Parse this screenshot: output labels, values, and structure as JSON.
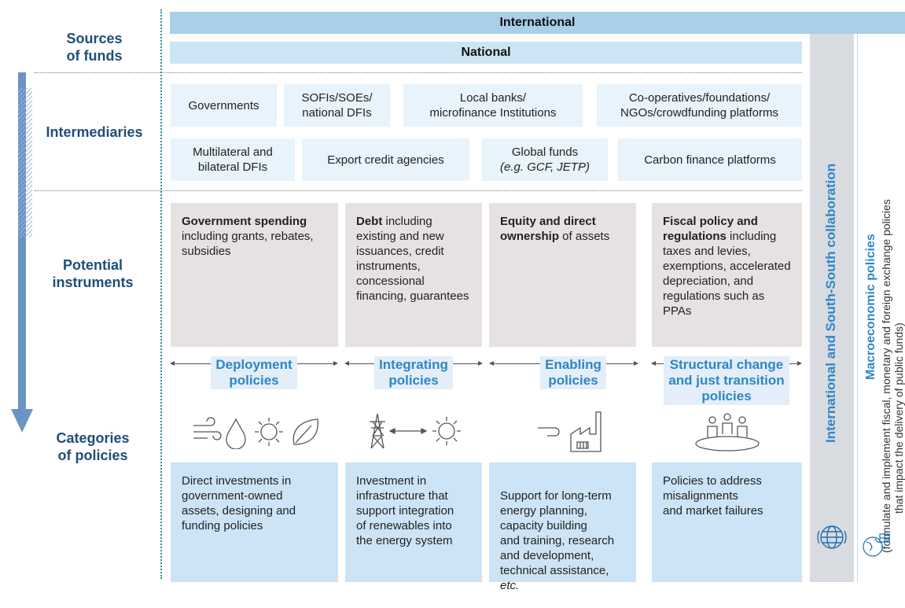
{
  "sections": {
    "sources": "Sources\nof funds",
    "intermediaries": "Intermediaries",
    "instruments": "Potential\ninstruments",
    "categories": "Categories\nof policies"
  },
  "bands": {
    "international": "International",
    "national": "National"
  },
  "intermediaries": {
    "row1": [
      "Governments",
      "SOFIs/SOEs/\nnational DFIs",
      "Local banks/\nmicrofinance Institutions",
      "Co-operatives/foundations/\nNGOs/crowdfunding platforms"
    ],
    "row2": [
      "Multilateral and\nbilateral DFIs",
      "Export credit agencies",
      "Global funds",
      "Carbon finance platforms"
    ],
    "global_funds_sub": "(e.g. GCF, JETP)"
  },
  "instruments": [
    {
      "bold": "Government spending",
      "rest": " including grants, rebates, subsidies"
    },
    {
      "bold": "Debt",
      "rest": " including existing and new issuances, credit instruments, concessional financing, guarantees"
    },
    {
      "bold": "Equity and direct ownership",
      "rest": " of assets"
    },
    {
      "bold": "Fiscal policy and regulations",
      "rest": " including taxes and levies, exemptions, accelerated depreciation, and regulations such as PPAs"
    }
  ],
  "policies": [
    "Deployment\npolicies",
    "Integrating\npolicies",
    "Enabling\npolicies",
    "Structural change\nand just transition\npolicies"
  ],
  "descriptions": [
    "Direct investments in\ngovernment-owned\nassets, designing and\nfunding policies",
    "Investment in\ninfrastructure that\nsupport integration\nof renewables into\nthe energy system",
    "Support for long-term\nenergy planning,\ncapacity building\nand training, research\nand development,\ntechnical assistance,",
    "Policies to address\nmisalignments\nand market failures"
  ],
  "desc3_tail": "etc.",
  "side": {
    "collab": "International and South-South collaboration",
    "macro_title": "Macroeconomic policies",
    "macro_line1": "(formulate and implement fiscal, monetary and foreign exchange policies",
    "macro_line2": "that impact the delivery of public funds)"
  },
  "icons": [
    "wind-icon",
    "water-drop-icon",
    "sun-icon",
    "leaf-icon",
    "transmission-tower-icon",
    "sun-icon",
    "plug-icon",
    "factory-icon",
    "people-icon",
    "globe-icon",
    "world-map-icon"
  ],
  "colors": {
    "heading": "#1f4e79",
    "policy_text": "#2e86c8",
    "light_blue": "#cce4f5",
    "band_international": "#a9cfe9",
    "band_national": "#cde4f4",
    "grey_box": "#e6e2e1",
    "arrow": "#6b93c6"
  }
}
